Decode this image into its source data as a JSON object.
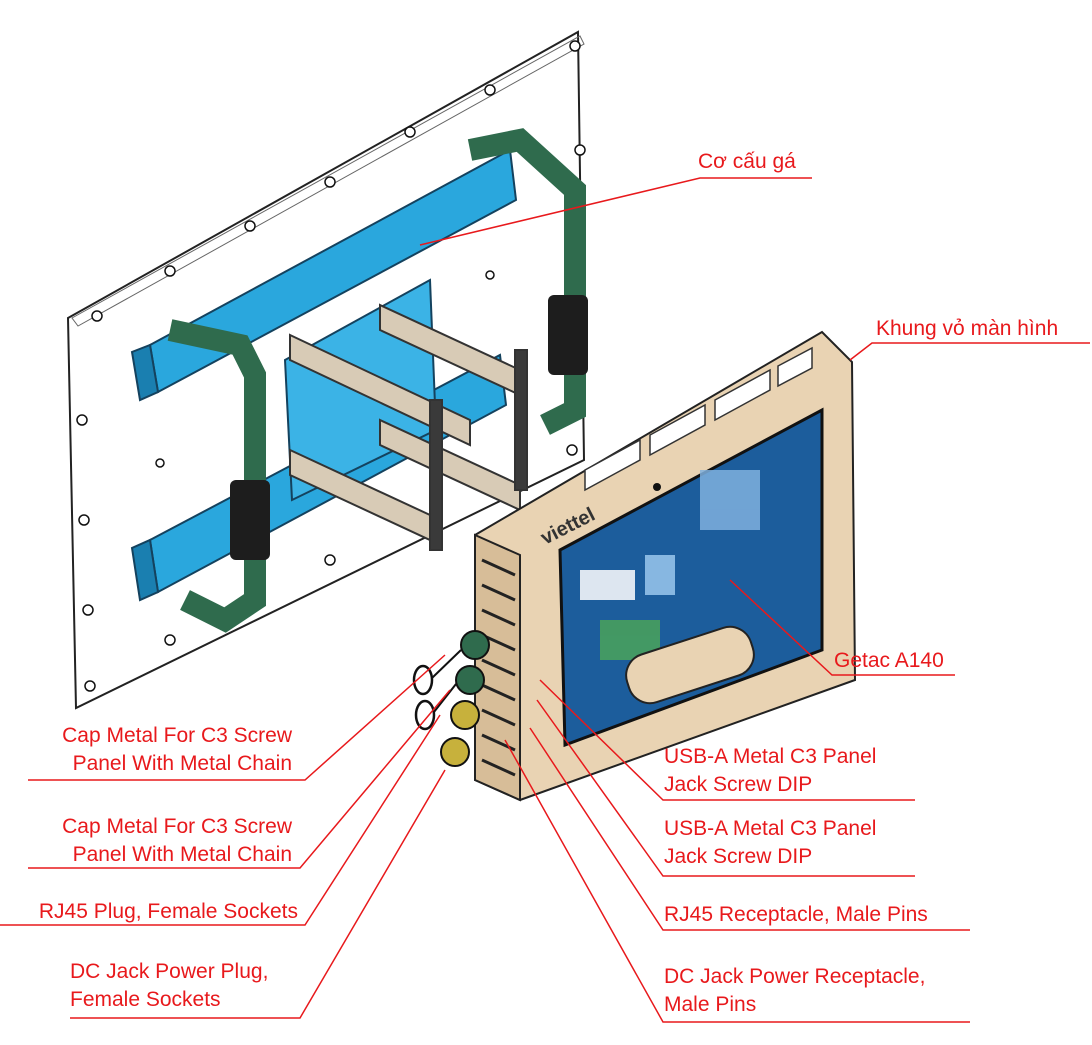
{
  "colors": {
    "label": "#e8191c",
    "leader": "#e8191c",
    "bracket_blue": "#2aa7dd",
    "strap_green": "#2f6b4d",
    "bezel_beige": "#e9d3b3",
    "screen_blue": "#1c5d9c"
  },
  "device": {
    "brand": "viettel"
  },
  "labels": {
    "mount": "Cơ cấu gá",
    "housing": "Khung vỏ màn hình",
    "tablet": "Getac A140",
    "cap1": [
      "Cap Metal For C3 Screw",
      "Panel With Metal Chain"
    ],
    "cap2": [
      "Cap Metal For C3 Screw",
      "Panel With Metal Chain"
    ],
    "rj45_plug": "RJ45 Plug, Female Sockets",
    "dc_plug": [
      "DC Jack Power Plug,",
      " Female Sockets"
    ],
    "usb1": [
      "USB-A Metal C3 Panel",
      "Jack Screw DIP"
    ],
    "usb2": [
      "USB-A Metal C3 Panel",
      "Jack Screw DIP"
    ],
    "rj45_recept": "RJ45 Receptacle, Male Pins",
    "dc_recept": [
      "DC Jack Power Receptacle,",
      "Male Pins"
    ]
  }
}
